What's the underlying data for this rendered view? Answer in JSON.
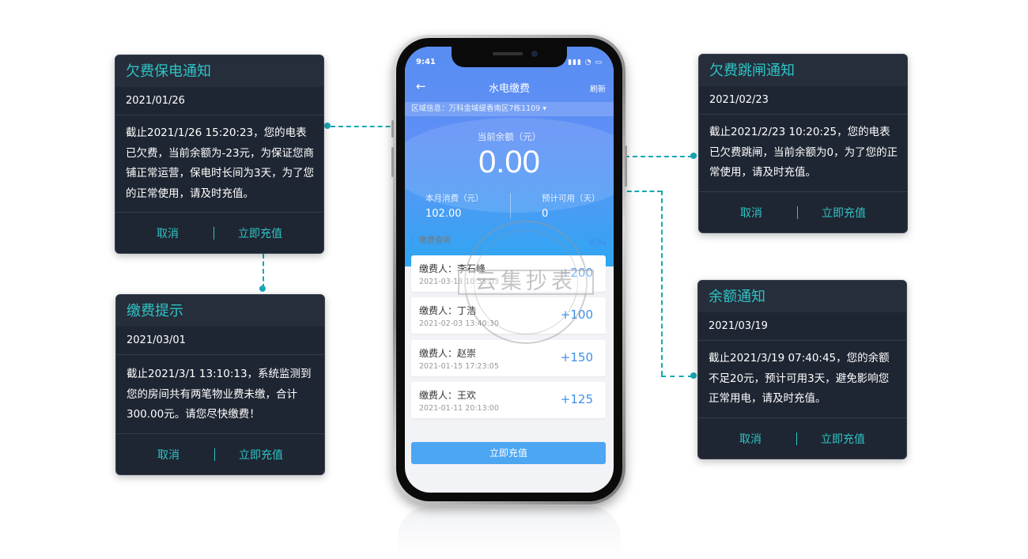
{
  "cards": {
    "c1": {
      "title": "欠费保电通知",
      "date": "2021/01/26",
      "body": "截止2021/1/26 15:20:23，您的电表已欠费，当前余额为-23元，为保证您商铺正常运营，保电时长间为3天，为了您的正常使用，请及时充值。",
      "cancel": "取消",
      "recharge": "立即充值"
    },
    "c2": {
      "title": "缴费提示",
      "date": "2021/03/01",
      "body": "截止2021/3/1 13:10:13，系统监测到您的房间共有两笔物业费未缴，合计300.00元。请您尽快缴费！",
      "cancel": "取消",
      "recharge": "立即充值"
    },
    "c3": {
      "title": "欠费跳闸通知",
      "date": "2021/02/23",
      "body": "截止2021/2/23 10:20:25，您的电表已欠费跳闸，当前余额为0，为了您的正常使用，请及时充值。",
      "cancel": "取消",
      "recharge": "立即充值"
    },
    "c4": {
      "title": "余额通知",
      "date": "2021/03/19",
      "body": "截止2021/3/19 07:40:45，您的余额不足20元，预计可用3天，避免影响您正常用电，请及时充值。",
      "cancel": "取消",
      "recharge": "立即充值"
    }
  },
  "phone": {
    "time": "9:41",
    "signal": "▮▮▮ ◔ ▭",
    "back_icon": "arrow-left-icon",
    "back_glyph": "←",
    "title": "水电缴费",
    "refresh": "刷新",
    "region": "区域信息：万科金域缇香南区7栋1109 ▾",
    "balance_label": "当前余额（元）",
    "balance_value": "0.00",
    "month_label": "本月消费（元）",
    "month_value": "102.00",
    "days_label": "预计可用（天）",
    "days_value": "0",
    "section_title": "缴费查询",
    "more": "更多▸",
    "records": [
      {
        "payer": "缴费人：李石峰",
        "time": "2021-03-18  10:55:03",
        "amount": "+200"
      },
      {
        "payer": "缴费人：丁浩",
        "time": "2021-02-03  13:40:30",
        "amount": "+100"
      },
      {
        "payer": "缴费人：赵崇",
        "time": "2021-01-15  17:23:05",
        "amount": "+150"
      },
      {
        "payer": "缴费人：王欢",
        "time": "2021-01-11  20:13:00",
        "amount": "+125"
      }
    ],
    "recharge_button": "立即充值"
  },
  "watermark": {
    "text": "云集抄表"
  },
  "colors": {
    "accent": "#2ec4c4",
    "card_bg": "#1f2633",
    "phone_blue": "#5a8df2"
  }
}
